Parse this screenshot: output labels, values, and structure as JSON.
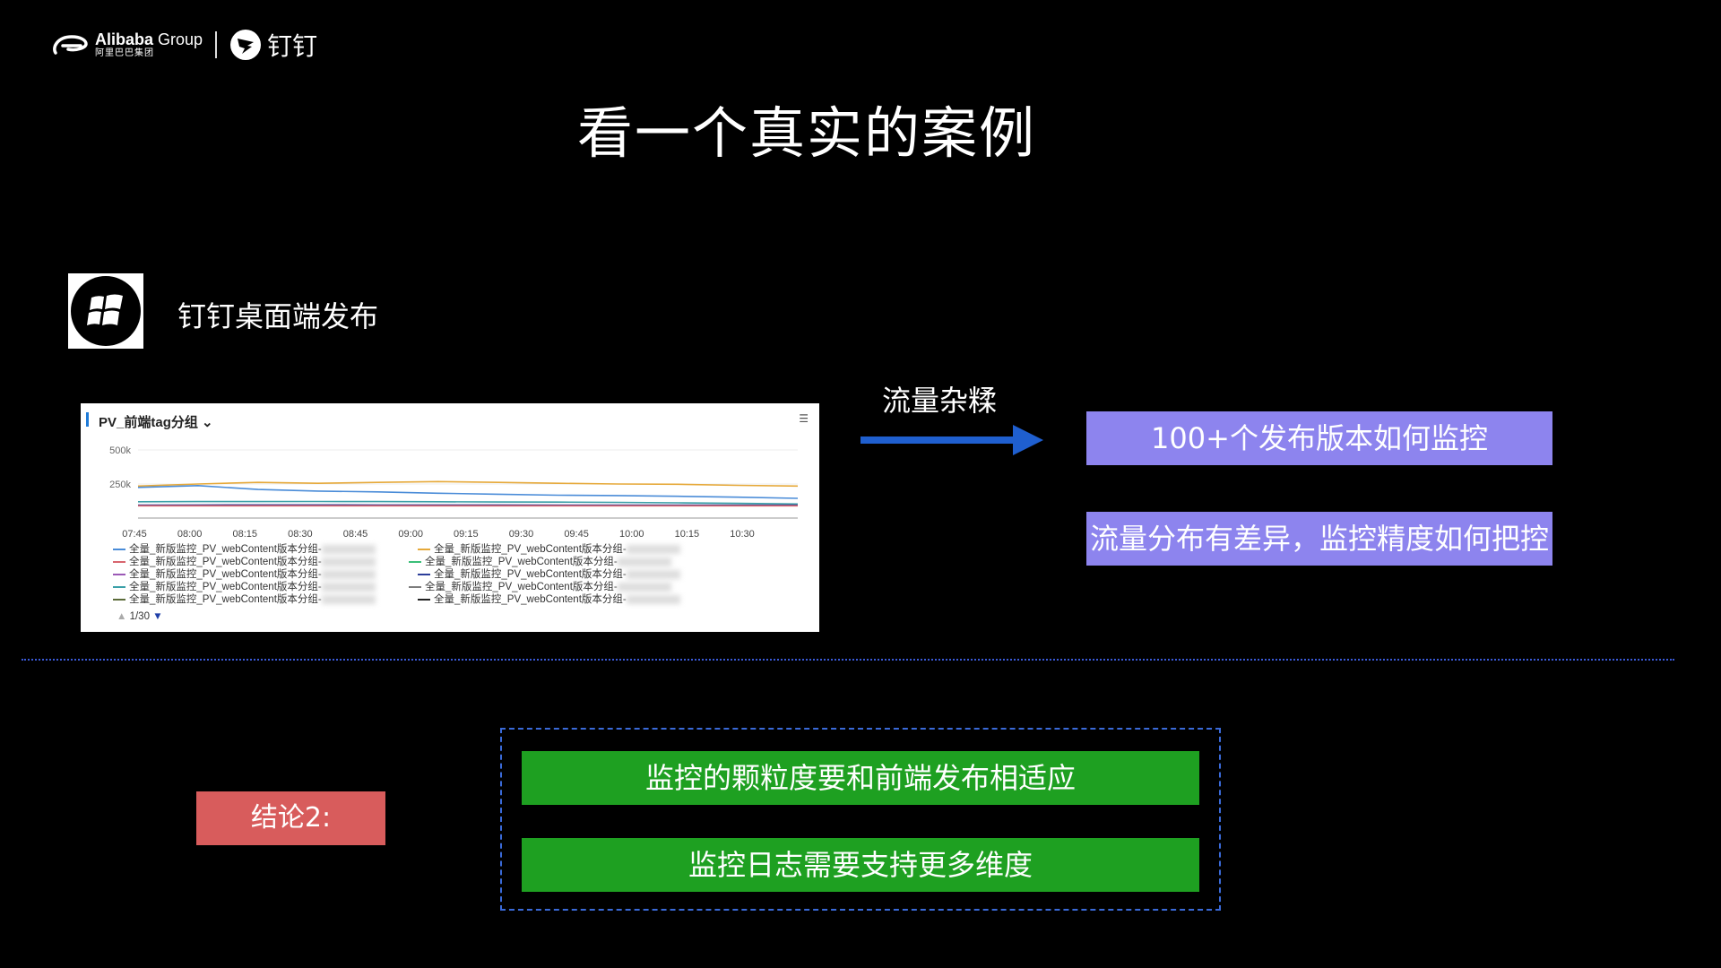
{
  "header": {
    "alibaba_text": "Alibaba",
    "group_text": "Group",
    "alibaba_cn": "阿里巴巴集团",
    "dingtalk_text": "钉钉"
  },
  "title": "看一个真实的案例",
  "subtitle": "钉钉桌面端发布",
  "chart": {
    "title": "PV_前端tag分组 ⌄",
    "menu": "☰",
    "pager": "1/30",
    "legend": [
      "全量_新版监控_PV_webContent版本分组-",
      "全量_新版监控_PV_webContent版本分组-",
      "全量_新版监控_PV_webContent版本分组-",
      "全量_新版监控_PV_webContent版本分组-",
      "全量_新版监控_PV_webContent版本分组-",
      "全量_新版监控_PV_webContent版本分组-",
      "全量_新版监控_PV_webContent版本分组-",
      "全量_新版监控_PV_webContent版本分组-",
      "全量_新版监控_PV_webContent版本分组-",
      "全量_新版监控_PV_webContent版本分组-"
    ],
    "legend_colors": [
      "#4a8cd8",
      "#e6a93a",
      "#d8656e",
      "#3bbf79",
      "#9b59b6",
      "#2c3e9a",
      "#3aa0a8",
      "#7d7d7d",
      "#5b6b3a",
      "#222"
    ]
  },
  "chart_data": {
    "type": "line",
    "x": [
      "07:45",
      "08:00",
      "08:15",
      "08:30",
      "08:45",
      "09:00",
      "09:15",
      "09:30",
      "09:45",
      "10:00",
      "10:15",
      "10:30"
    ],
    "ylim": [
      0,
      500000
    ],
    "yticks": [
      "500k",
      "250k"
    ],
    "series": [
      {
        "values": [
          235000,
          250000,
          262000,
          255000,
          262000,
          268000,
          262000,
          255000,
          250000,
          248000,
          240000,
          235000
        ],
        "color": "#e6a93a"
      },
      {
        "values": [
          225000,
          238000,
          210000,
          198000,
          192000,
          182000,
          175000,
          168000,
          165000,
          160000,
          153000,
          145000
        ],
        "color": "#4a8cd8"
      },
      {
        "values": [
          120000,
          121000,
          121000,
          122000,
          121000,
          120000,
          118000,
          117000,
          115000,
          112000,
          108000,
          103000
        ],
        "color": "#3aa0a8"
      },
      {
        "values": [
          95000,
          96000,
          97000,
          97000,
          96000,
          96000,
          96000,
          95000,
          95000,
          95000,
          95000,
          95000
        ],
        "color": "#2c3e9a"
      },
      {
        "values": [
          90000,
          90000,
          90000,
          90000,
          90000,
          90000,
          90000,
          90000,
          90000,
          90000,
          90000,
          90000
        ],
        "color": "#d8656e"
      }
    ]
  },
  "flow_label": "流量杂糅",
  "purple_boxes": [
    "100+个发布版本如何监控",
    "流量分布有差异，监控精度如何把控"
  ],
  "conclusion": "结论2:",
  "green_boxes": [
    "监控的颗粒度要和前端发布相适应",
    "监控日志需要支持更多维度"
  ],
  "colors": {
    "purple": "#8d84ee",
    "green": "#1ea021",
    "red": "#d85c5c",
    "arrow": "#1f5fcf"
  }
}
